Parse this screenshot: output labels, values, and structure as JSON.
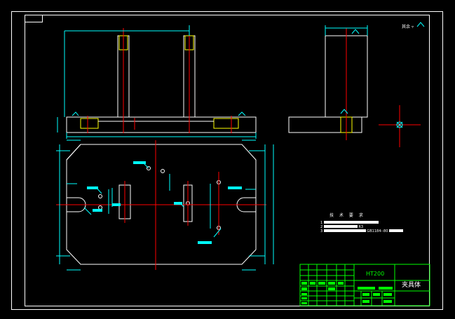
{
  "drawing": {
    "colors": {
      "background": "#000000",
      "outline": "#ffffff",
      "dimension": "#00ffff",
      "centerline": "#ff0000",
      "title_block": "#00ff00",
      "hidden": "#ffff00"
    },
    "surface_finish": "其余",
    "tech_requirements": {
      "title": "技 术 要 求",
      "items": [
        {
          "num": "1",
          "text": ""
        },
        {
          "num": "2",
          "text": "R3"
        },
        {
          "num": "3",
          "text": "GB1184--80"
        }
      ]
    },
    "title_block": {
      "material": "HT200",
      "part_name": "夹具体"
    }
  }
}
